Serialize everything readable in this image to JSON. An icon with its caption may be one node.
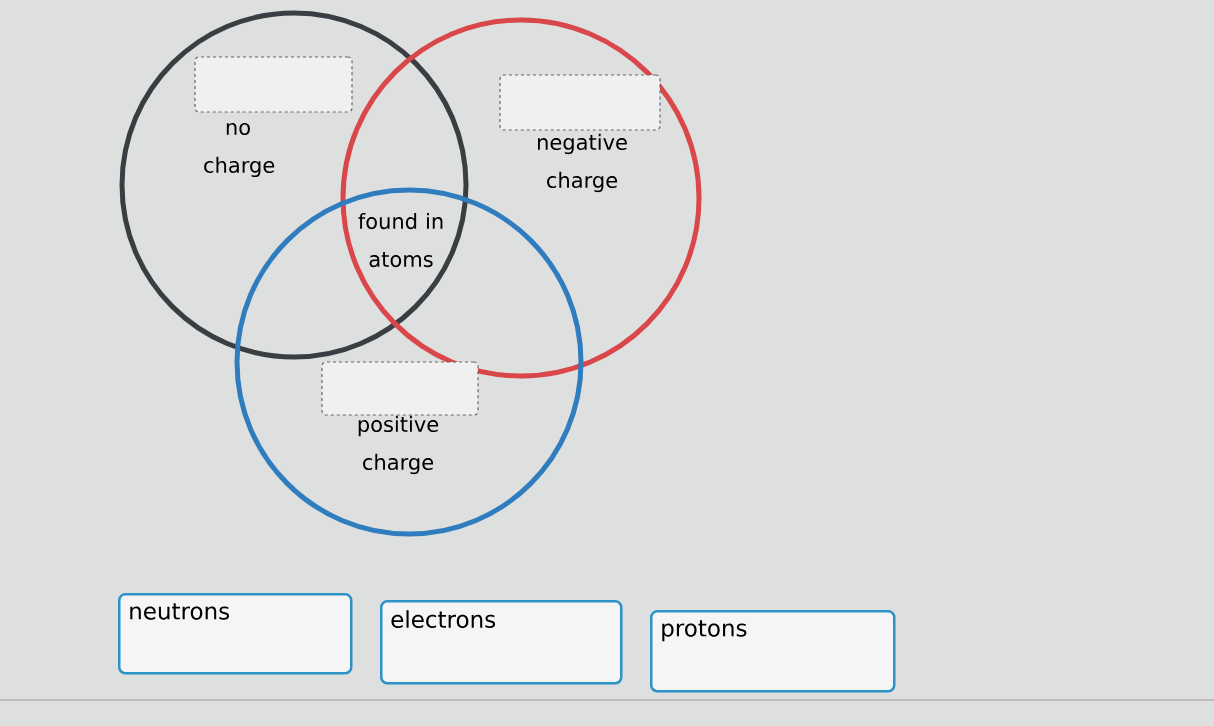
{
  "diagram": {
    "nodes": [
      {
        "text": [
          "no charge"
        ]
      },
      {
        "text": [
          "negative charge"
        ]
      },
      {
        "text": [
          "positive charge"
        ]
      },
      {
        "text": [],
        "shape": "box",
        "in": 0
      },
      {
        "text": [],
        "shape": "box",
        "in": 1
      },
      {
        "text": [],
        "shape": "box",
        "in": 2
      },
      {
        "text": [
          "neutrons"
        ]
      },
      {
        "text": [
          "electrons"
        ]
      },
      {
        "text": [
          "protons"
        ]
      }
    ],
    "labels": [
      "found in atoms"
    ]
  }
}
